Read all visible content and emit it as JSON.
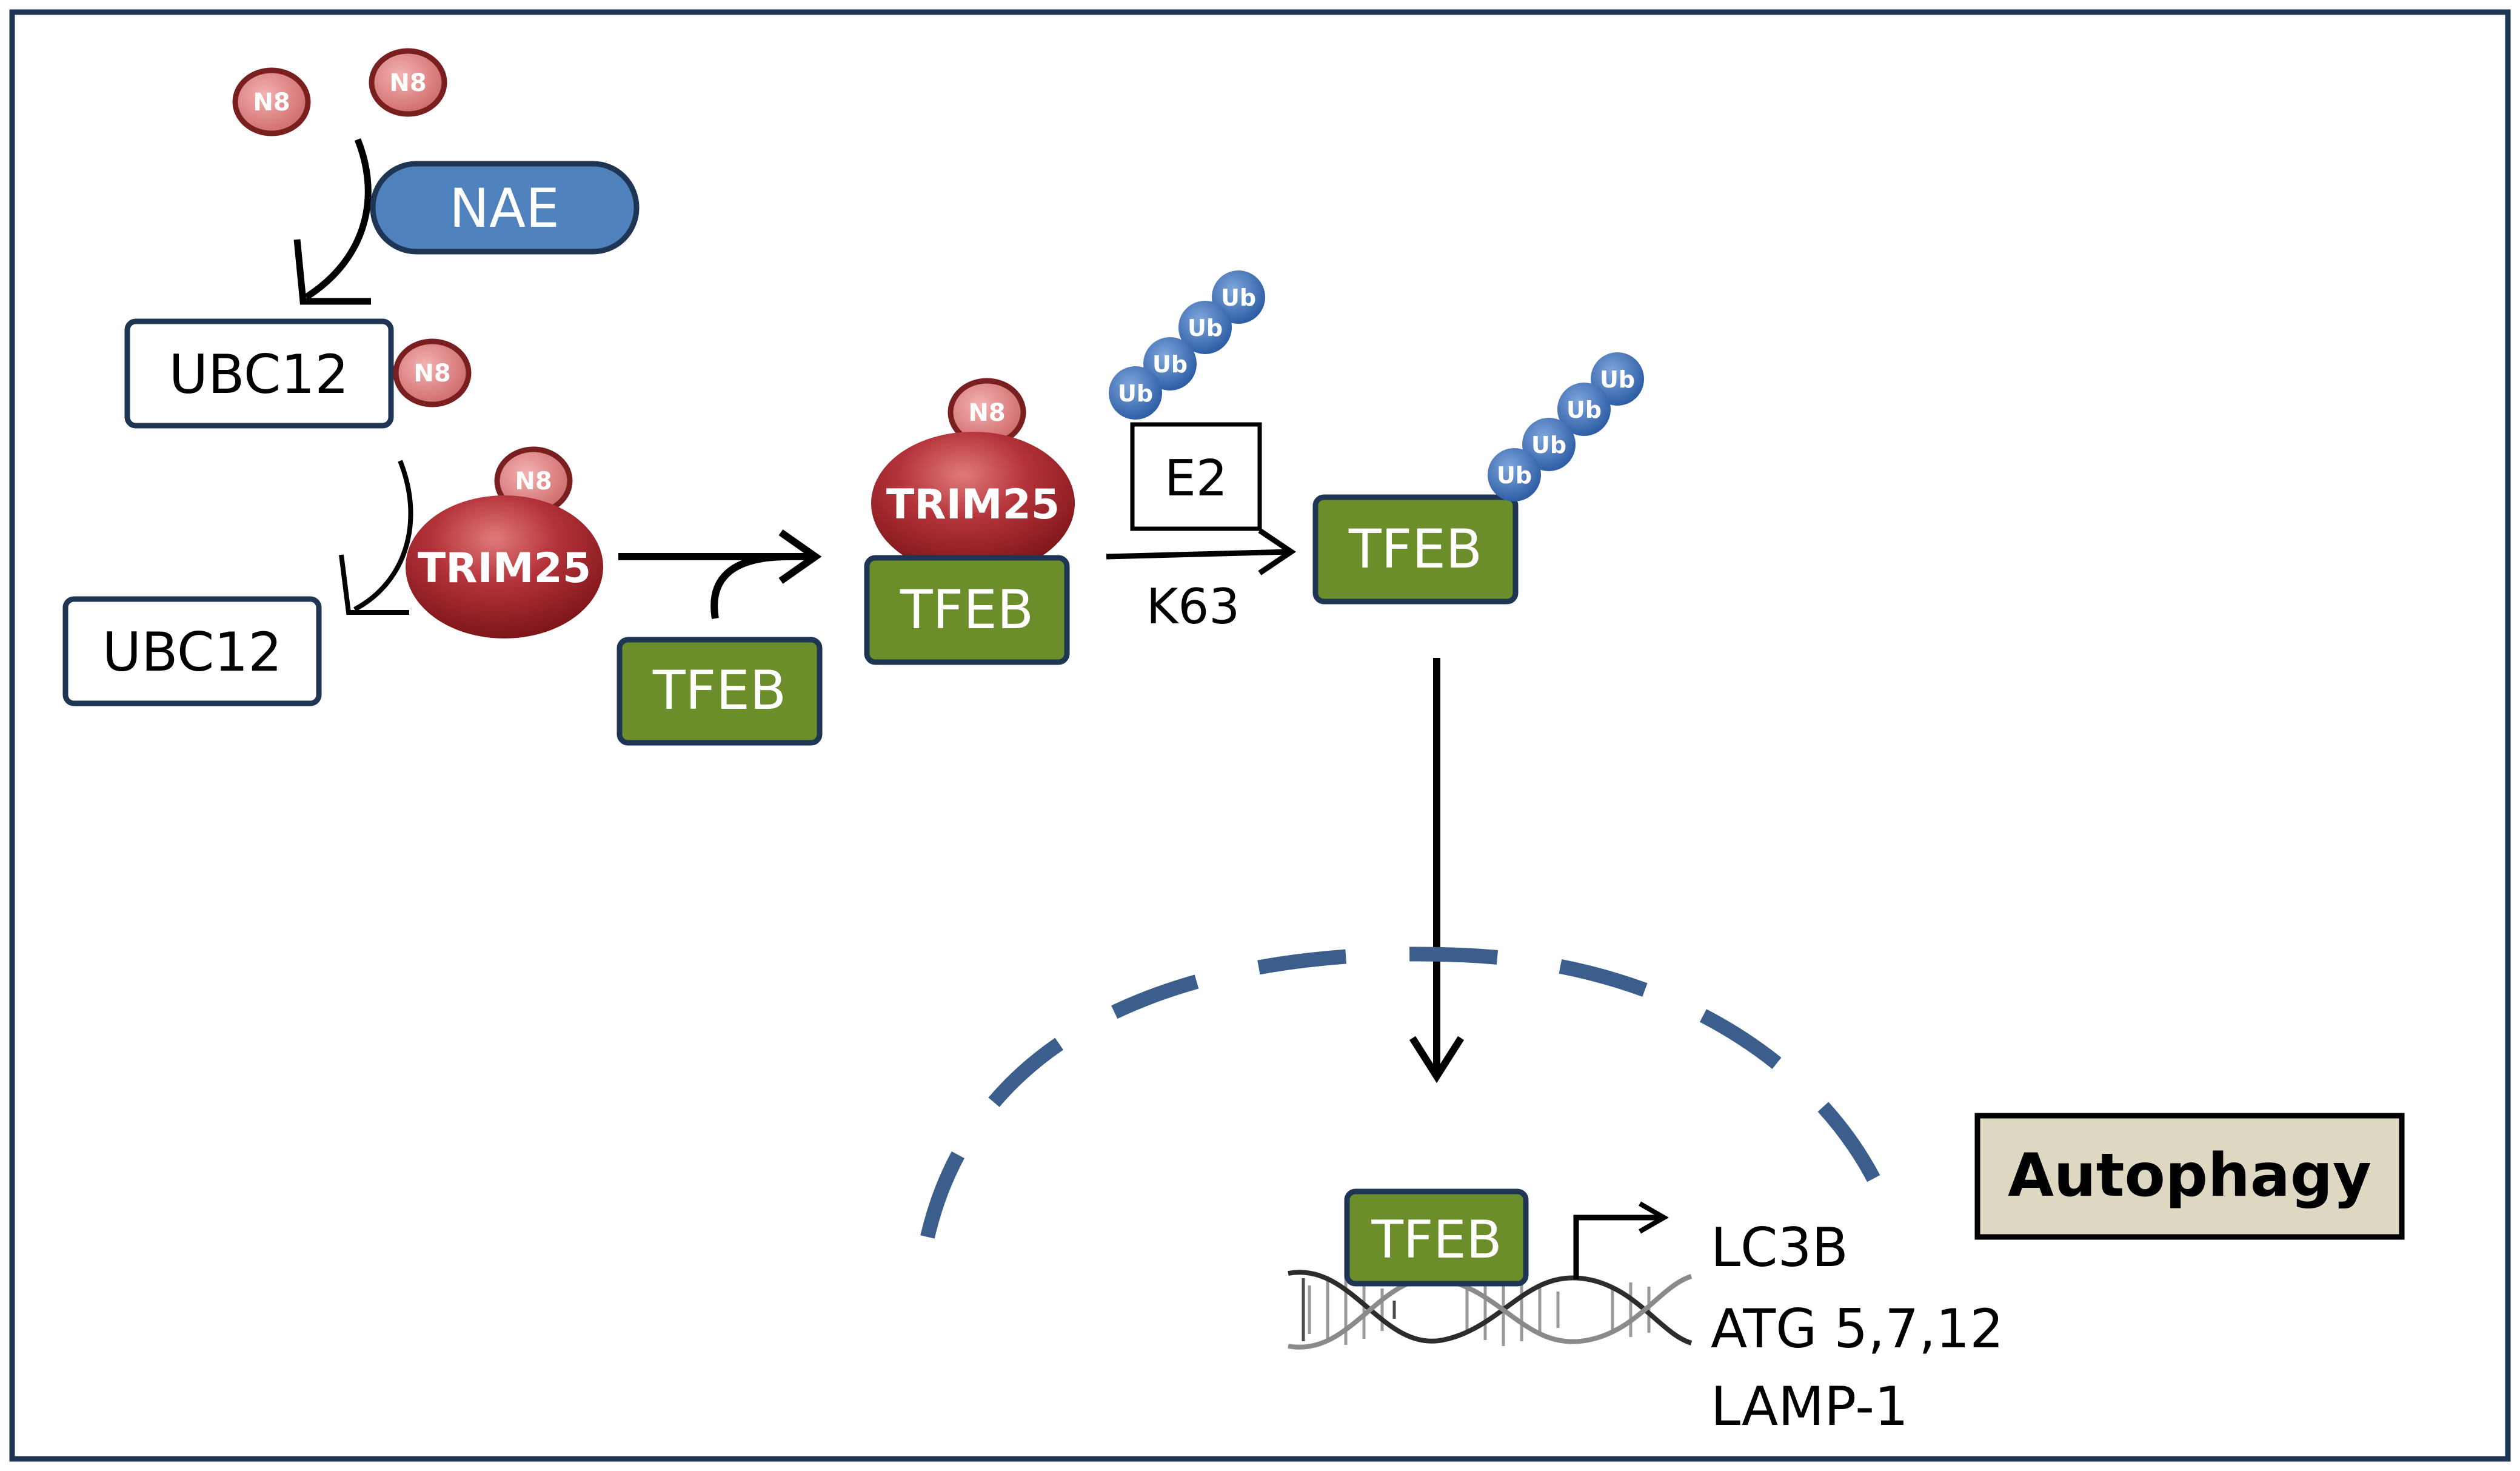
{
  "diagram": {
    "nedd8_label": "N8",
    "nae_label": "NAE",
    "ubc12_label": "UBC12",
    "trim25_label": "TRIM25",
    "tfeb_label": "TFEB",
    "ub_label": "Ub",
    "e2_label": "E2",
    "k63_label": "K63",
    "genes": [
      "LC3B",
      "ATG 5,7,12",
      "LAMP-1"
    ],
    "autophagy_label": "Autophagy"
  },
  "colors": {
    "nedd8_fill": "#d97b7b",
    "nedd8_stroke": "#7a1f1f",
    "nae_fill": "#4f81bd",
    "trim25_fill": "#a8262c",
    "tfeb_fill": "#6b8e2a",
    "tfeb_stroke": "#1f3554",
    "ub_fill": "#3f72b8",
    "nucleus_dash": "#3b5e8c",
    "autophagy_fill": "#ded8c2",
    "frame": "#1f3554"
  },
  "icons": {
    "nedd8": "circle",
    "ubiquitin": "circle",
    "dna": "double-helix",
    "transcription_start": "bent-arrow"
  }
}
